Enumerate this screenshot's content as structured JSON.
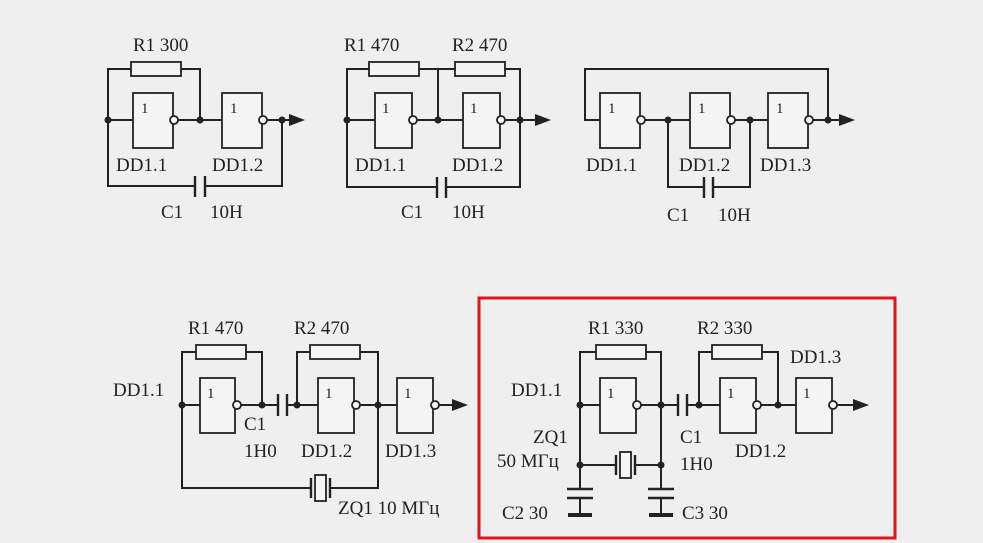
{
  "highlight_color": "#e0141b",
  "diagrams": [
    {
      "id": "d1",
      "labels": {
        "r1": "R1  300",
        "g1": "DD1.1",
        "g2": "DD1.2",
        "c1": "C1",
        "c1_val": "10H"
      },
      "gate_symbols": [
        "1",
        "1"
      ]
    },
    {
      "id": "d2",
      "labels": {
        "r1": "R1  470",
        "r2": "R2  470",
        "g1": "DD1.1",
        "g2": "DD1.2",
        "c1": "C1",
        "c1_val": "10H"
      },
      "gate_symbols": [
        "1",
        "1"
      ]
    },
    {
      "id": "d3",
      "labels": {
        "g1": "DD1.1",
        "g2": "DD1.2",
        "g3": "DD1.3",
        "c1": "C1",
        "c1_val": "10H"
      },
      "gate_symbols": [
        "1",
        "1",
        "1"
      ]
    },
    {
      "id": "d4",
      "labels": {
        "r1": "R1  470",
        "r2": "R2  470",
        "g1": "DD1.1",
        "g2": "DD1.2",
        "g3": "DD1.3",
        "c1": "C1",
        "c1_val": "1H0",
        "zq": "ZQ1  10 МГц"
      },
      "gate_symbols": [
        "1",
        "1",
        "1"
      ]
    },
    {
      "id": "d5",
      "labels": {
        "r1": "R1  330",
        "r2": "R2  330",
        "g1": "DD1.1",
        "g2": "DD1.2",
        "g3": "DD1.3",
        "c1": "C1",
        "c1_val": "1H0",
        "zq": "ZQ1",
        "zq_val": "50 МГц",
        "c2": "C2  30",
        "c3": "C3  30"
      },
      "gate_symbols": [
        "1",
        "1",
        "1"
      ]
    }
  ]
}
